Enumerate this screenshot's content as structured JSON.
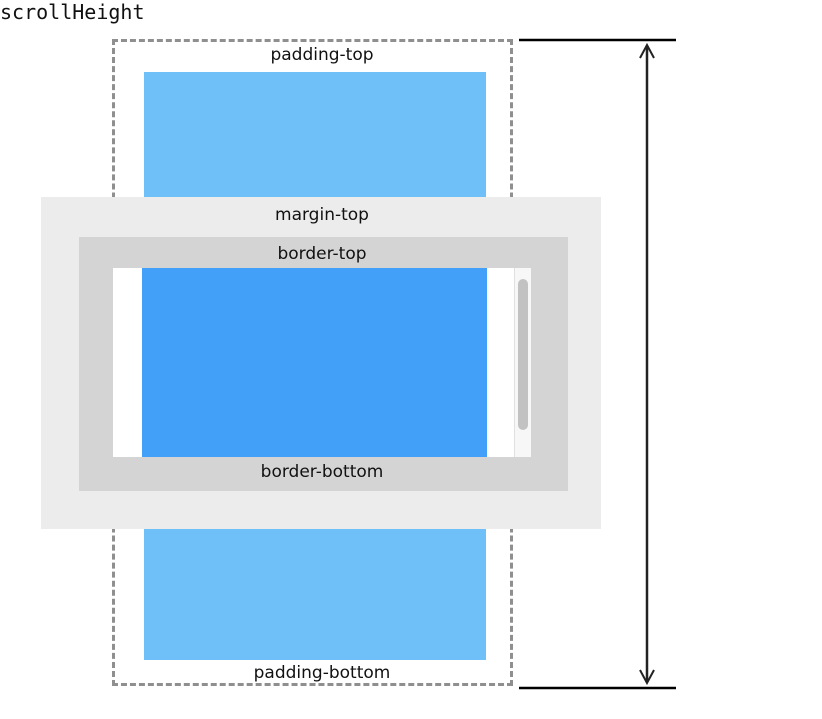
{
  "labels": {
    "padding_top": "padding-top",
    "margin_top": "margin-top",
    "border_top": "border-top",
    "border_bottom": "border-bottom",
    "padding_bottom": "padding-bottom",
    "scroll_height": "scrollHeight"
  },
  "colors": {
    "content_hidden": "#6fbff9",
    "content_visible": "#43a0f8",
    "margin": "#ececec",
    "border": "#d4d4d4",
    "dashed_outline": "#8f8f8f",
    "scrollbar_thumb": "#c2c2c2"
  }
}
